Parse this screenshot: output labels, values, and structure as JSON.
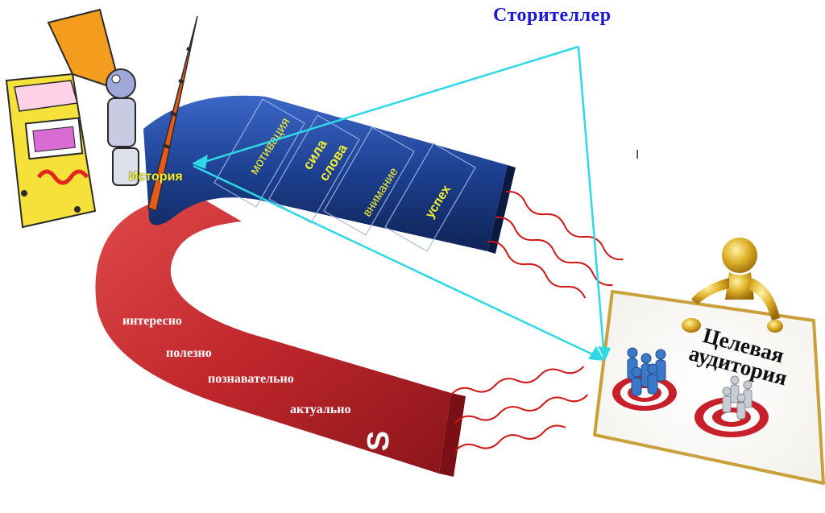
{
  "diagram": {
    "title": "Сторителлер",
    "story_label": "История",
    "blue_words": [
      "мотивация",
      "сила слова",
      "внимание",
      "успех"
    ],
    "red_words": [
      "интересно",
      "полезно",
      "познавательно",
      "актуально"
    ],
    "pole_label": "S",
    "audience": {
      "line1": "Целевая",
      "line2": "аудитория"
    },
    "cursor_mark": "I",
    "colors": {
      "title": "#1a1ad6",
      "arrows": "#2fd8e6",
      "blue_magnet": "#1b3e8a",
      "red_magnet": "#c0272d",
      "waves": "#d21414",
      "story_text": "#f2ef2e"
    },
    "icons": [
      "storybook-character-icon",
      "gold-figure-icon",
      "people-target-icon"
    ]
  }
}
